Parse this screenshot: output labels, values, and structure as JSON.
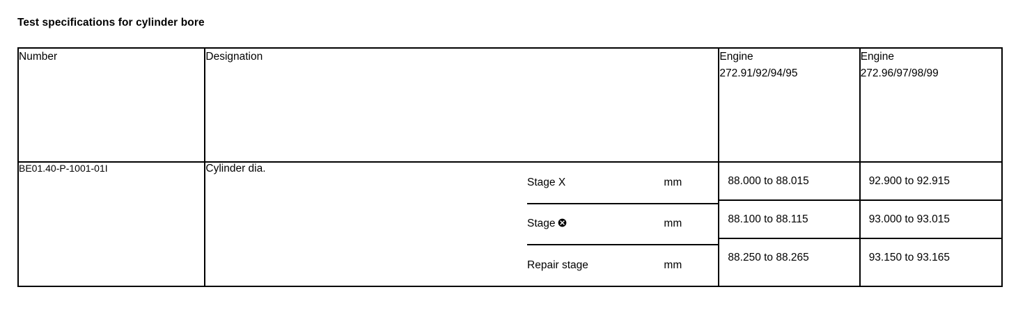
{
  "document": {
    "title": "Test specifications for cylinder bore"
  },
  "table": {
    "headers": {
      "number": "Number",
      "designation": "Designation",
      "engine_a_line1": "Engine",
      "engine_a_line2": "272.91/92/94/95",
      "engine_b_line1": "Engine",
      "engine_b_line2": "272.96/97/98/99"
    },
    "row": {
      "number": "BE01.40-P-1001-01I",
      "designation": "Cylinder dia.",
      "stages": [
        {
          "label": "Stage X",
          "symbol": "",
          "unit": "mm",
          "engine_a": "88.000 to 88.015",
          "engine_b": "92.900 to 92.915"
        },
        {
          "label": "Stage",
          "symbol": "circled-x-icon",
          "unit": "mm",
          "engine_a": "88.100 to 88.115",
          "engine_b": "93.000 to 93.015"
        },
        {
          "label": "Repair stage",
          "symbol": "",
          "unit": "mm",
          "engine_a": "88.250 to 88.265",
          "engine_b": "93.150 to 93.165"
        }
      ]
    }
  },
  "colors": {
    "text": "#000000",
    "border": "#000000",
    "background": "#ffffff"
  }
}
